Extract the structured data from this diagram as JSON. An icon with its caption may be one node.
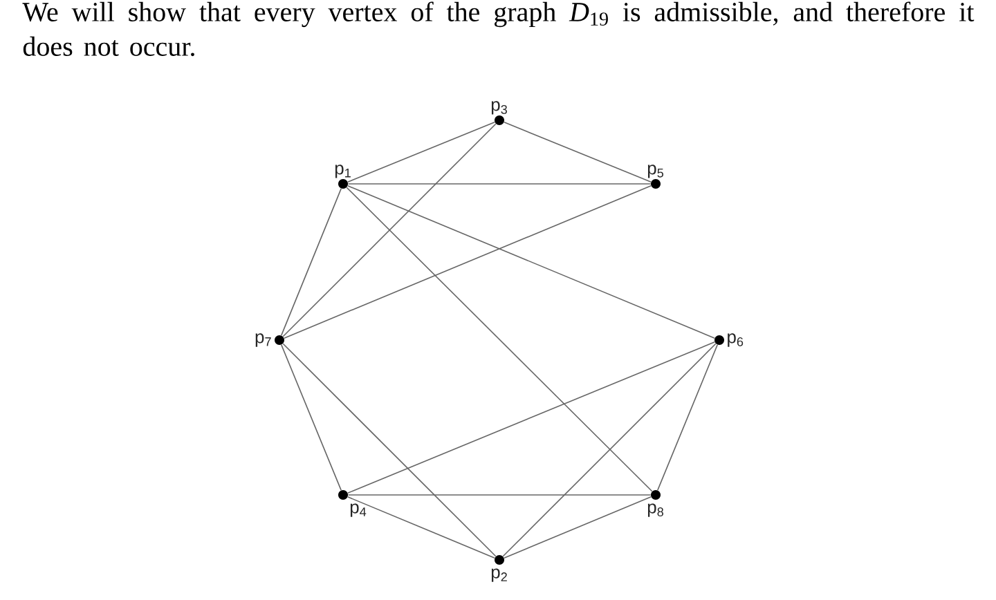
{
  "diagram": {
    "caption": "We will show that every vertex of the graph *D*$_{19}$ is admissible, and therefore it does not occur.",
    "nodes": [
      {
        "text": [
          "p$_{3}$"
        ]
      },
      {
        "text": [
          "p$_{1}$"
        ]
      },
      {
        "text": [
          "p$_{5}$"
        ]
      },
      {
        "text": [
          "p$_{7}$"
        ]
      },
      {
        "text": [
          "p$_{6}$"
        ]
      },
      {
        "text": [
          "p$_{4}$"
        ]
      },
      {
        "text": [
          "p$_{8}$"
        ]
      },
      {
        "text": [
          "p$_{2}$"
        ]
      }
    ],
    "edges": [
      {
        "from": 0,
        "to": 2,
        "arrow": "none"
      },
      {
        "from": 0,
        "to": 1,
        "arrow": "none"
      },
      {
        "from": 0,
        "to": 3,
        "arrow": "none"
      },
      {
        "from": 1,
        "to": 2,
        "arrow": "none"
      },
      {
        "from": 1,
        "to": 3,
        "arrow": "none"
      },
      {
        "from": 1,
        "to": 4,
        "arrow": "none"
      },
      {
        "from": 1,
        "to": 6,
        "arrow": "none"
      },
      {
        "from": 2,
        "to": 3,
        "arrow": "none"
      },
      {
        "from": 3,
        "to": 5,
        "arrow": "none"
      },
      {
        "from": 3,
        "to": 7,
        "arrow": "none"
      },
      {
        "from": 4,
        "to": 5,
        "arrow": "none"
      },
      {
        "from": 4,
        "to": 7,
        "arrow": "none"
      },
      {
        "from": 4,
        "to": 6,
        "arrow": "none"
      },
      {
        "from": 5,
        "to": 6,
        "arrow": "none"
      },
      {
        "from": 5,
        "to": 7,
        "arrow": "none"
      },
      {
        "from": 7,
        "to": 6,
        "arrow": "none"
      }
    ]
  }
}
